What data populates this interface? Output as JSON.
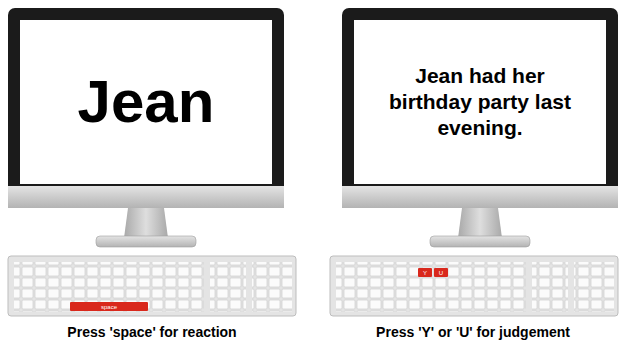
{
  "diagram": {
    "nodes": [
      {
        "text": [
          "Jean"
        ]
      },
      {
        "text": [
          "space"
        ]
      },
      {
        "text": [
          "Jean had her birthday party last evening."
        ]
      },
      {
        "text": [
          "Y"
        ]
      },
      {
        "text": [
          "U"
        ]
      }
    ],
    "labels": [
      "Press 'space' for reaction",
      "Press 'Y' or 'U' for judgement"
    ]
  }
}
